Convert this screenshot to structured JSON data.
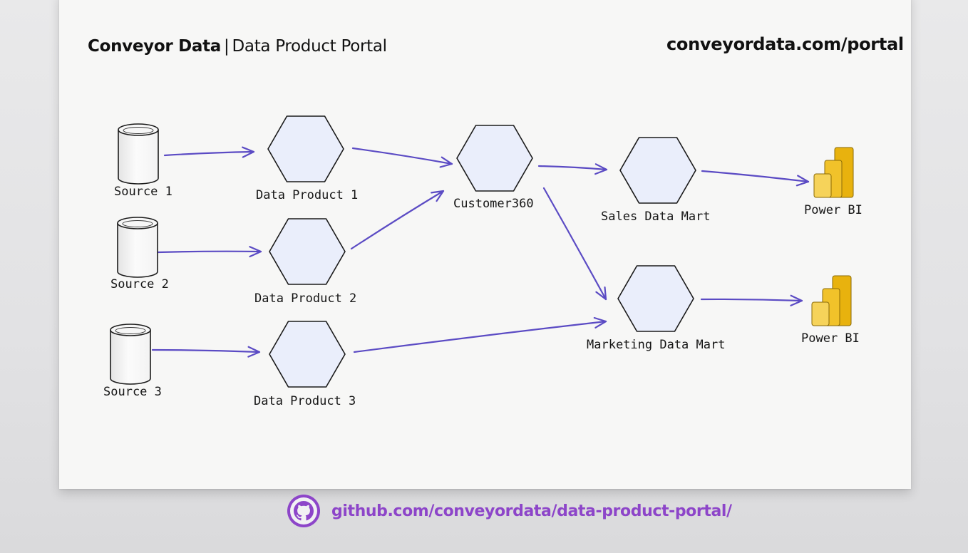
{
  "header": {
    "brand": "Conveyor Data",
    "separator": "|",
    "title": "Data Product Portal",
    "url": "conveyordata.com/portal"
  },
  "nodes": [
    {
      "id": "source-1",
      "label": "Source 1",
      "kind": "database"
    },
    {
      "id": "source-2",
      "label": "Source 2",
      "kind": "database"
    },
    {
      "id": "source-3",
      "label": "Source 3",
      "kind": "database"
    },
    {
      "id": "data-product-1",
      "label": "Data Product 1",
      "kind": "hexagon"
    },
    {
      "id": "data-product-2",
      "label": "Data Product 2",
      "kind": "hexagon"
    },
    {
      "id": "data-product-3",
      "label": "Data Product 3",
      "kind": "hexagon"
    },
    {
      "id": "customer360",
      "label": "Customer360",
      "kind": "hexagon"
    },
    {
      "id": "sales-data-mart",
      "label": "Sales Data Mart",
      "kind": "hexagon"
    },
    {
      "id": "marketing-data-mart",
      "label": "Marketing Data Mart",
      "kind": "hexagon"
    },
    {
      "id": "power-bi-1",
      "label": "Power BI",
      "kind": "powerbi"
    },
    {
      "id": "power-bi-2",
      "label": "Power BI",
      "kind": "powerbi"
    }
  ],
  "edges": [
    {
      "from": "source-1",
      "to": "data-product-1"
    },
    {
      "from": "source-2",
      "to": "data-product-2"
    },
    {
      "from": "source-3",
      "to": "data-product-3"
    },
    {
      "from": "data-product-1",
      "to": "customer360"
    },
    {
      "from": "data-product-2",
      "to": "customer360"
    },
    {
      "from": "data-product-3",
      "to": "marketing-data-mart"
    },
    {
      "from": "customer360",
      "to": "sales-data-mart"
    },
    {
      "from": "customer360",
      "to": "marketing-data-mart"
    },
    {
      "from": "sales-data-mart",
      "to": "power-bi-1"
    },
    {
      "from": "marketing-data-mart",
      "to": "power-bi-2"
    }
  ],
  "colors": {
    "arrow": "#5b4bc4",
    "hexagon_fill": "#eaeefb",
    "powerbi_dark": "#e8b20e",
    "powerbi_mid": "#f1c22a",
    "powerbi_light": "#f6d35a",
    "accent": "#8d45c9"
  },
  "icons": {
    "footer": "github-icon"
  },
  "footer": {
    "github_url": "github.com/conveyordata/data-product-portal/"
  }
}
